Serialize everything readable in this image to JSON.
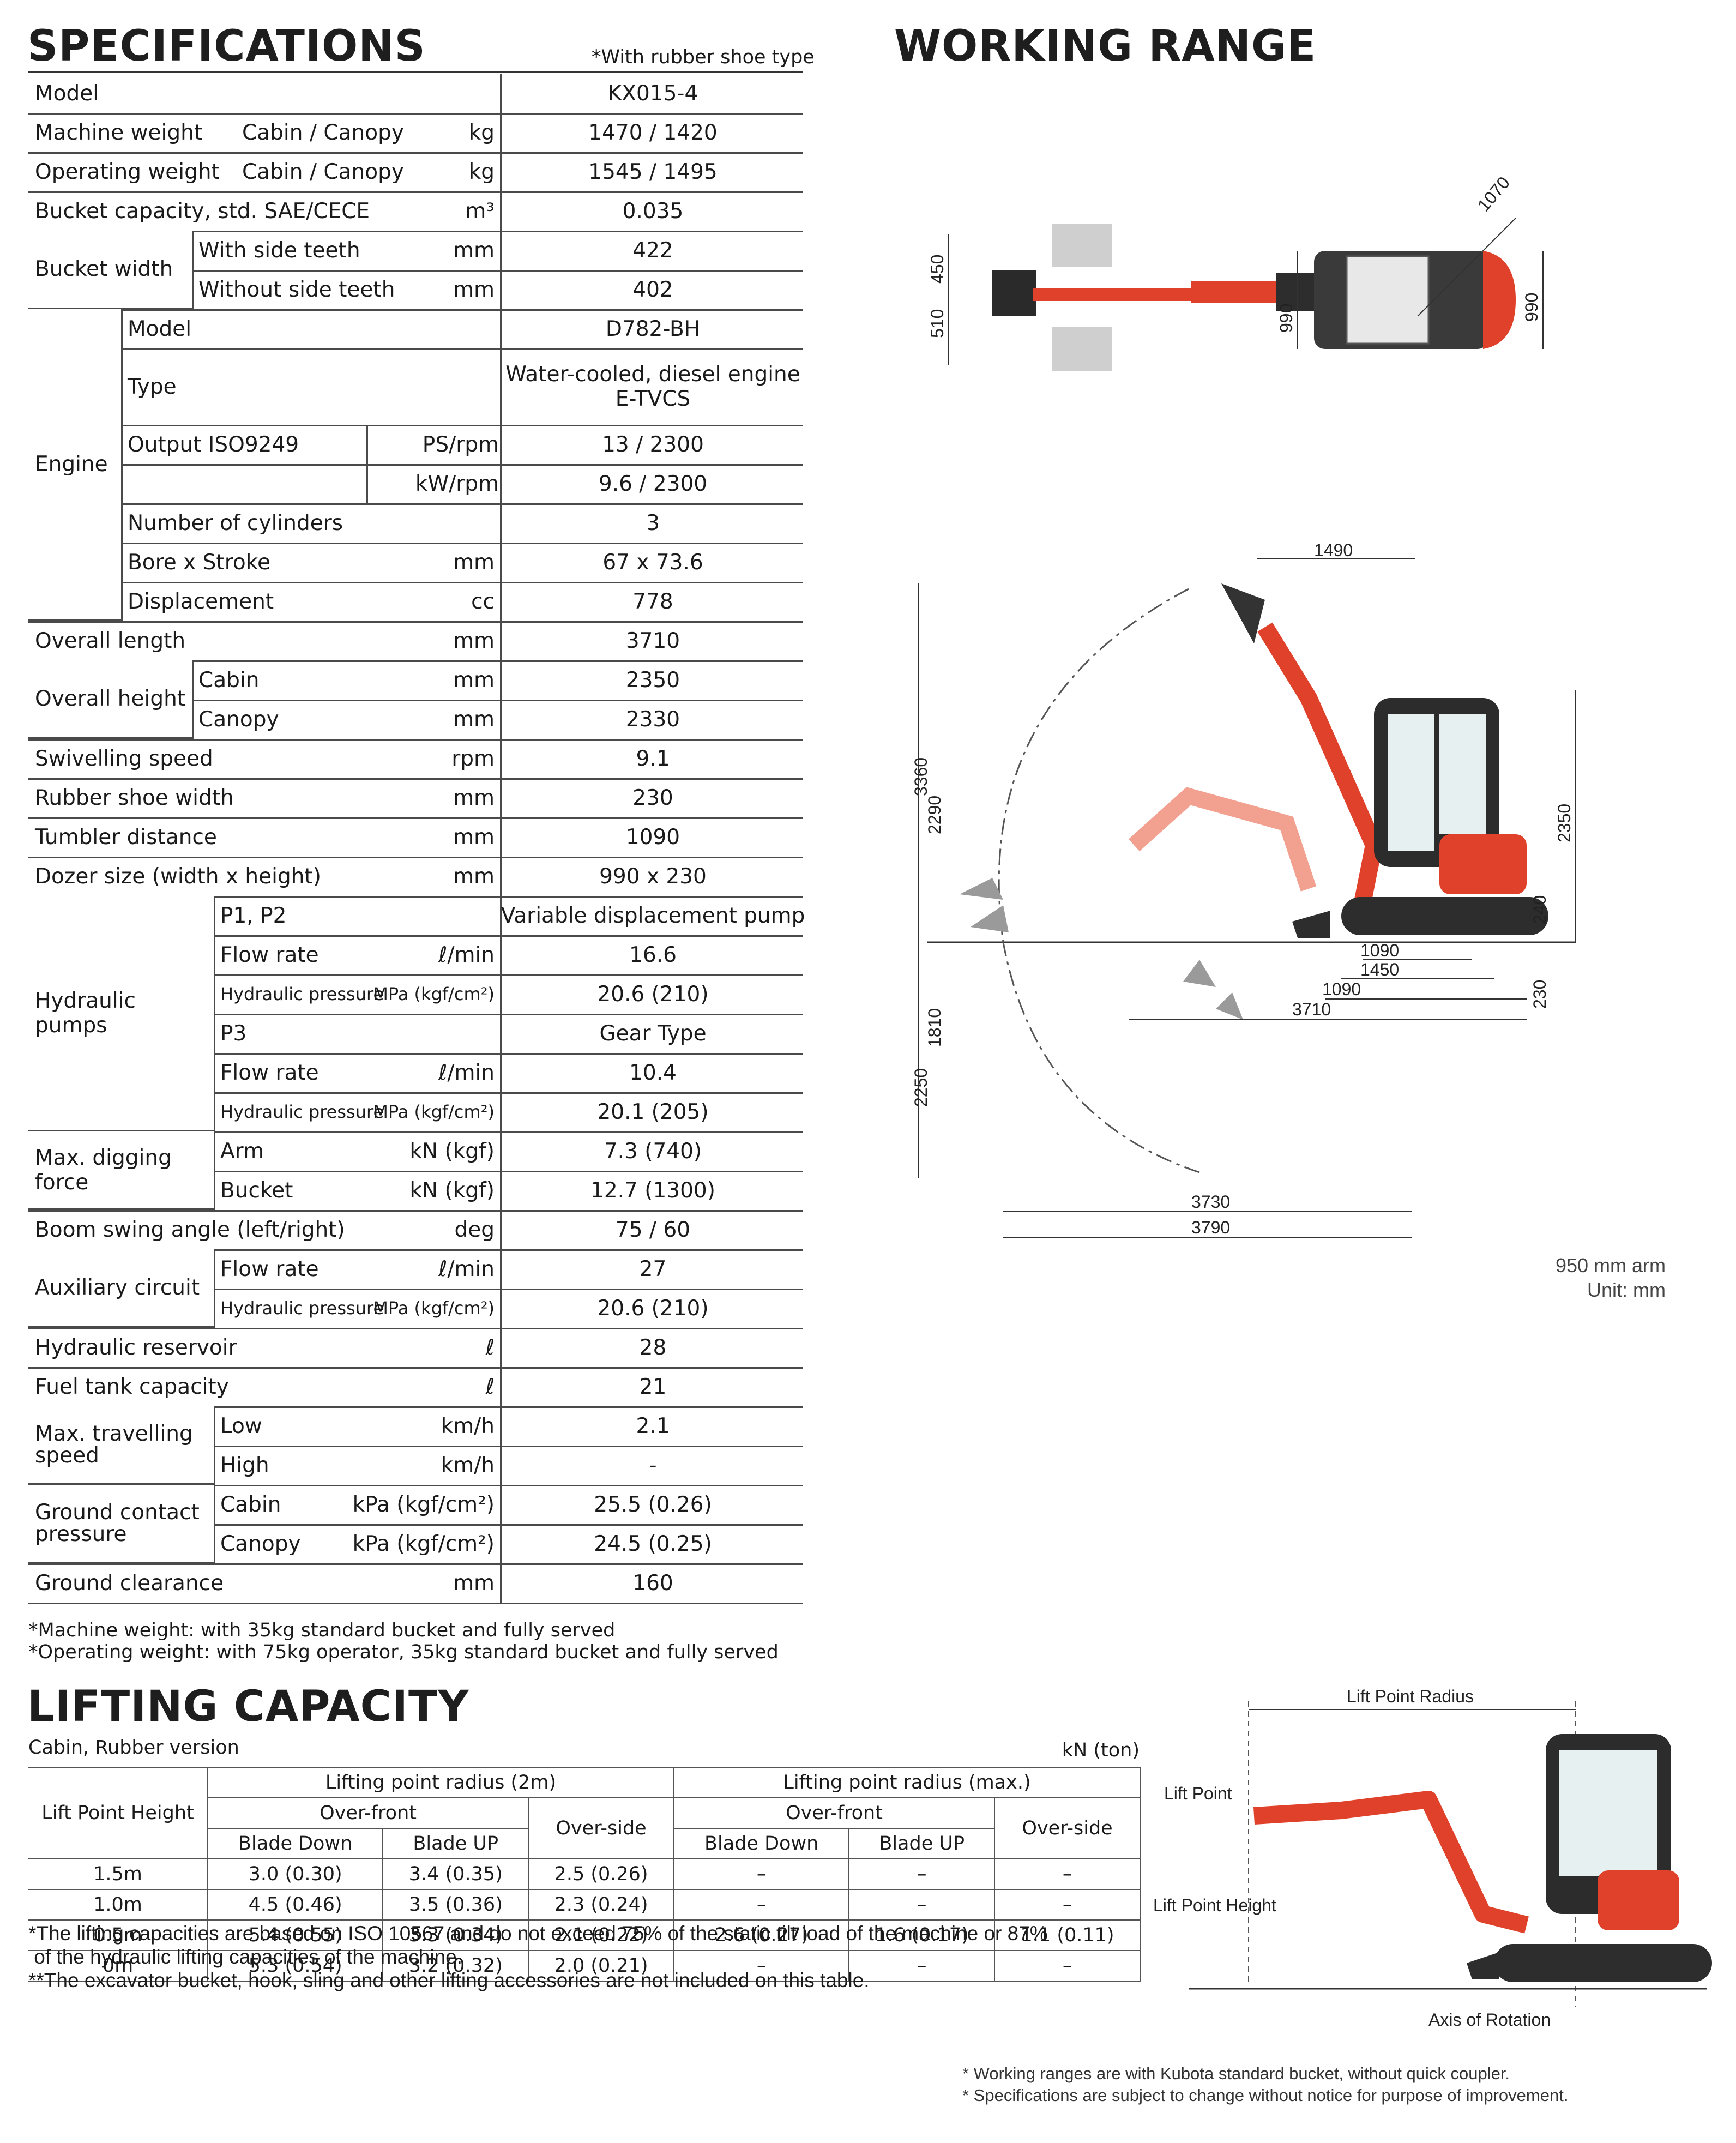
{
  "specs": {
    "title": "SPECIFICATIONS",
    "type_note": "*With rubber shoe type",
    "rows": {
      "model": {
        "label": "Model",
        "value": "KX015-4"
      },
      "machine_weight": {
        "label": "Machine weight",
        "sub": "Cabin / Canopy",
        "unit": "kg",
        "value": "1470 / 1420"
      },
      "operating_weight": {
        "label": "Operating weight",
        "sub": "Cabin / Canopy",
        "unit": "kg",
        "value": "1545 / 1495"
      },
      "bucket_capacity": {
        "label": "Bucket capacity, std. SAE/CECE",
        "unit": "m³",
        "value": "0.035"
      },
      "bucket_width": {
        "label": "Bucket width",
        "with": {
          "label": "With side teeth",
          "unit": "mm",
          "value": "422"
        },
        "without": {
          "label": "Without side teeth",
          "unit": "mm",
          "value": "402"
        }
      },
      "engine": {
        "label": "Engine",
        "model": {
          "label": "Model",
          "value": "D782-BH"
        },
        "type": {
          "label": "Type",
          "value1": "Water-cooled, diesel engine",
          "value2": "E-TVCS"
        },
        "output": {
          "label": "Output ISO9249",
          "ps": {
            "unit": "PS/rpm",
            "value": "13 / 2300"
          },
          "kw": {
            "unit": "kW/rpm",
            "value": "9.6 / 2300"
          }
        },
        "cylinders": {
          "label": "Number of cylinders",
          "value": "3"
        },
        "bore": {
          "label": "Bore x Stroke",
          "unit": "mm",
          "value": "67 x 73.6"
        },
        "displacement": {
          "label": "Displacement",
          "unit": "cc",
          "value": "778"
        }
      },
      "overall_length": {
        "label": "Overall length",
        "unit": "mm",
        "value": "3710"
      },
      "overall_height": {
        "label": "Overall height",
        "cabin": {
          "label": "Cabin",
          "unit": "mm",
          "value": "2350"
        },
        "canopy": {
          "label": "Canopy",
          "unit": "mm",
          "value": "2330"
        }
      },
      "swivelling": {
        "label": "Swivelling speed",
        "unit": "rpm",
        "value": "9.1"
      },
      "shoe_width": {
        "label": "Rubber shoe width",
        "unit": "mm",
        "value": "230"
      },
      "tumbler": {
        "label": "Tumbler distance",
        "unit": "mm",
        "value": "1090"
      },
      "dozer": {
        "label": "Dozer size (width x height)",
        "unit": "mm",
        "value": "990 x 230"
      },
      "hydraulic_pumps": {
        "label": "Hydraulic pumps",
        "p1p2": {
          "label": "P1, P2",
          "value": "Variable displacement pump"
        },
        "flow1": {
          "label": "Flow rate",
          "unit": "ℓ/min",
          "value": "16.6"
        },
        "pres1": {
          "label": "Hydraulic pressure",
          "unit": "MPa (kgf/cm²)",
          "value": "20.6 (210)"
        },
        "p3": {
          "label": "P3",
          "value": "Gear Type"
        },
        "flow3": {
          "label": "Flow rate",
          "unit": "ℓ/min",
          "value": "10.4"
        },
        "pres3": {
          "label": "Hydraulic pressure",
          "unit": "MPa (kgf/cm²)",
          "value": "20.1 (205)"
        }
      },
      "digging_force": {
        "label": "Max. digging force",
        "arm": {
          "label": "Arm",
          "unit": "kN (kgf)",
          "value": "7.3 (740)"
        },
        "bucket": {
          "label": "Bucket",
          "unit": "kN (kgf)",
          "value": "12.7 (1300)"
        }
      },
      "boom_swing": {
        "label": "Boom swing angle (left/right)",
        "unit": "deg",
        "value": "75 / 60"
      },
      "aux": {
        "label": "Auxiliary circuit",
        "flow": {
          "label": "Flow rate",
          "unit": "ℓ/min",
          "value": "27"
        },
        "pres": {
          "label": "Hydraulic pressure",
          "unit": "MPa (kgf/cm²)",
          "value": "20.6 (210)"
        }
      },
      "reservoir": {
        "label": "Hydraulic reservoir",
        "unit": "ℓ",
        "value": "28"
      },
      "fuel": {
        "label": "Fuel tank capacity",
        "unit": "ℓ",
        "value": "21"
      },
      "travel": {
        "label1": "Max. travelling",
        "label2": "speed",
        "low": {
          "label": "Low",
          "unit": "km/h",
          "value": "2.1"
        },
        "high": {
          "label": "High",
          "unit": "km/h",
          "value": "-"
        }
      },
      "ground_pressure": {
        "label1": "Ground contact",
        "label2": "pressure",
        "cabin": {
          "label": "Cabin",
          "unit": "kPa (kgf/cm²)",
          "value": "25.5 (0.26)"
        },
        "canopy": {
          "label": "Canopy",
          "unit": "kPa (kgf/cm²)",
          "value": "24.5 (0.25)"
        }
      },
      "clearance": {
        "label": "Ground clearance",
        "unit": "mm",
        "value": "160"
      }
    },
    "notes": [
      "*Machine weight: with 35kg standard bucket and fully served",
      "*Operating weight: with 75kg operator, 35kg standard bucket and fully served"
    ]
  },
  "working_range": {
    "title": "WORKING RANGE",
    "top_view": {
      "d1070": "1070",
      "d450": "450",
      "d510": "510",
      "d990a": "990",
      "d990b": "990"
    },
    "side_view": {
      "d1490": "1490",
      "d3360": "3360",
      "d2290": "2290",
      "d2350": "2350",
      "d240": "240",
      "d1090a": "1090",
      "d1450": "1450",
      "d1090b": "1090",
      "d3710": "3710",
      "d230": "230",
      "d1810": "1810",
      "d2250": "2250",
      "d3730": "3730",
      "d3790": "3790"
    },
    "arm_note": "950 mm arm",
    "unit_note": "Unit: mm"
  },
  "lifting": {
    "title": "LIFTING CAPACITY",
    "subtitle": "Cabin, Rubber version",
    "unit": "kN (ton)",
    "headers": {
      "height": "Lift Point Height",
      "radius_2m": "Lifting point radius (2m)",
      "radius_max": "Lifting point radius (max.)",
      "over_front": "Over-front",
      "over_side": "Over-side",
      "blade_down": "Blade Down",
      "blade_up": "Blade UP"
    },
    "rows": [
      {
        "h": "1.5m",
        "c": [
          "3.0 (0.30)",
          "3.4 (0.35)",
          "2.5 (0.26)",
          "–",
          "–",
          "–"
        ]
      },
      {
        "h": "1.0m",
        "c": [
          "4.5 (0.46)",
          "3.5 (0.36)",
          "2.3 (0.24)",
          "–",
          "–",
          "–"
        ]
      },
      {
        "h": "0.5m",
        "c": [
          "5.4 (0.55)",
          "3.3 (0.34)",
          "2.1 (0.22)",
          "2.6 (0.27)",
          "1.6 (0.17)",
          "1.1 (0.11)"
        ]
      },
      {
        "h": "0m",
        "c": [
          "5.3 (0.54)",
          "3.2 (0.32)",
          "2.0 (0.21)",
          "–",
          "–",
          "–"
        ]
      }
    ],
    "notes": [
      "*The lifting capacities are based on ISO 10567 and do not exceed 75% of the static tilt load of the machine or 87%",
      " of the hydraulic lifting capacities of the machine.",
      "**The excavator bucket, hook, sling and other lifting accessories are not included on this table."
    ],
    "diagram": {
      "radius": "Lift Point Radius",
      "point": "Lift Point",
      "height": "Lift Point Height",
      "axis": "Axis of Rotation"
    }
  },
  "footer": [
    "* Working ranges are with Kubota standard bucket, without quick coupler.",
    "* Specifications are subject to change without notice for purpose of improvement."
  ],
  "colors": {
    "machine": "#e0412a",
    "ghost": "#f2a090",
    "dark": "#333333"
  }
}
